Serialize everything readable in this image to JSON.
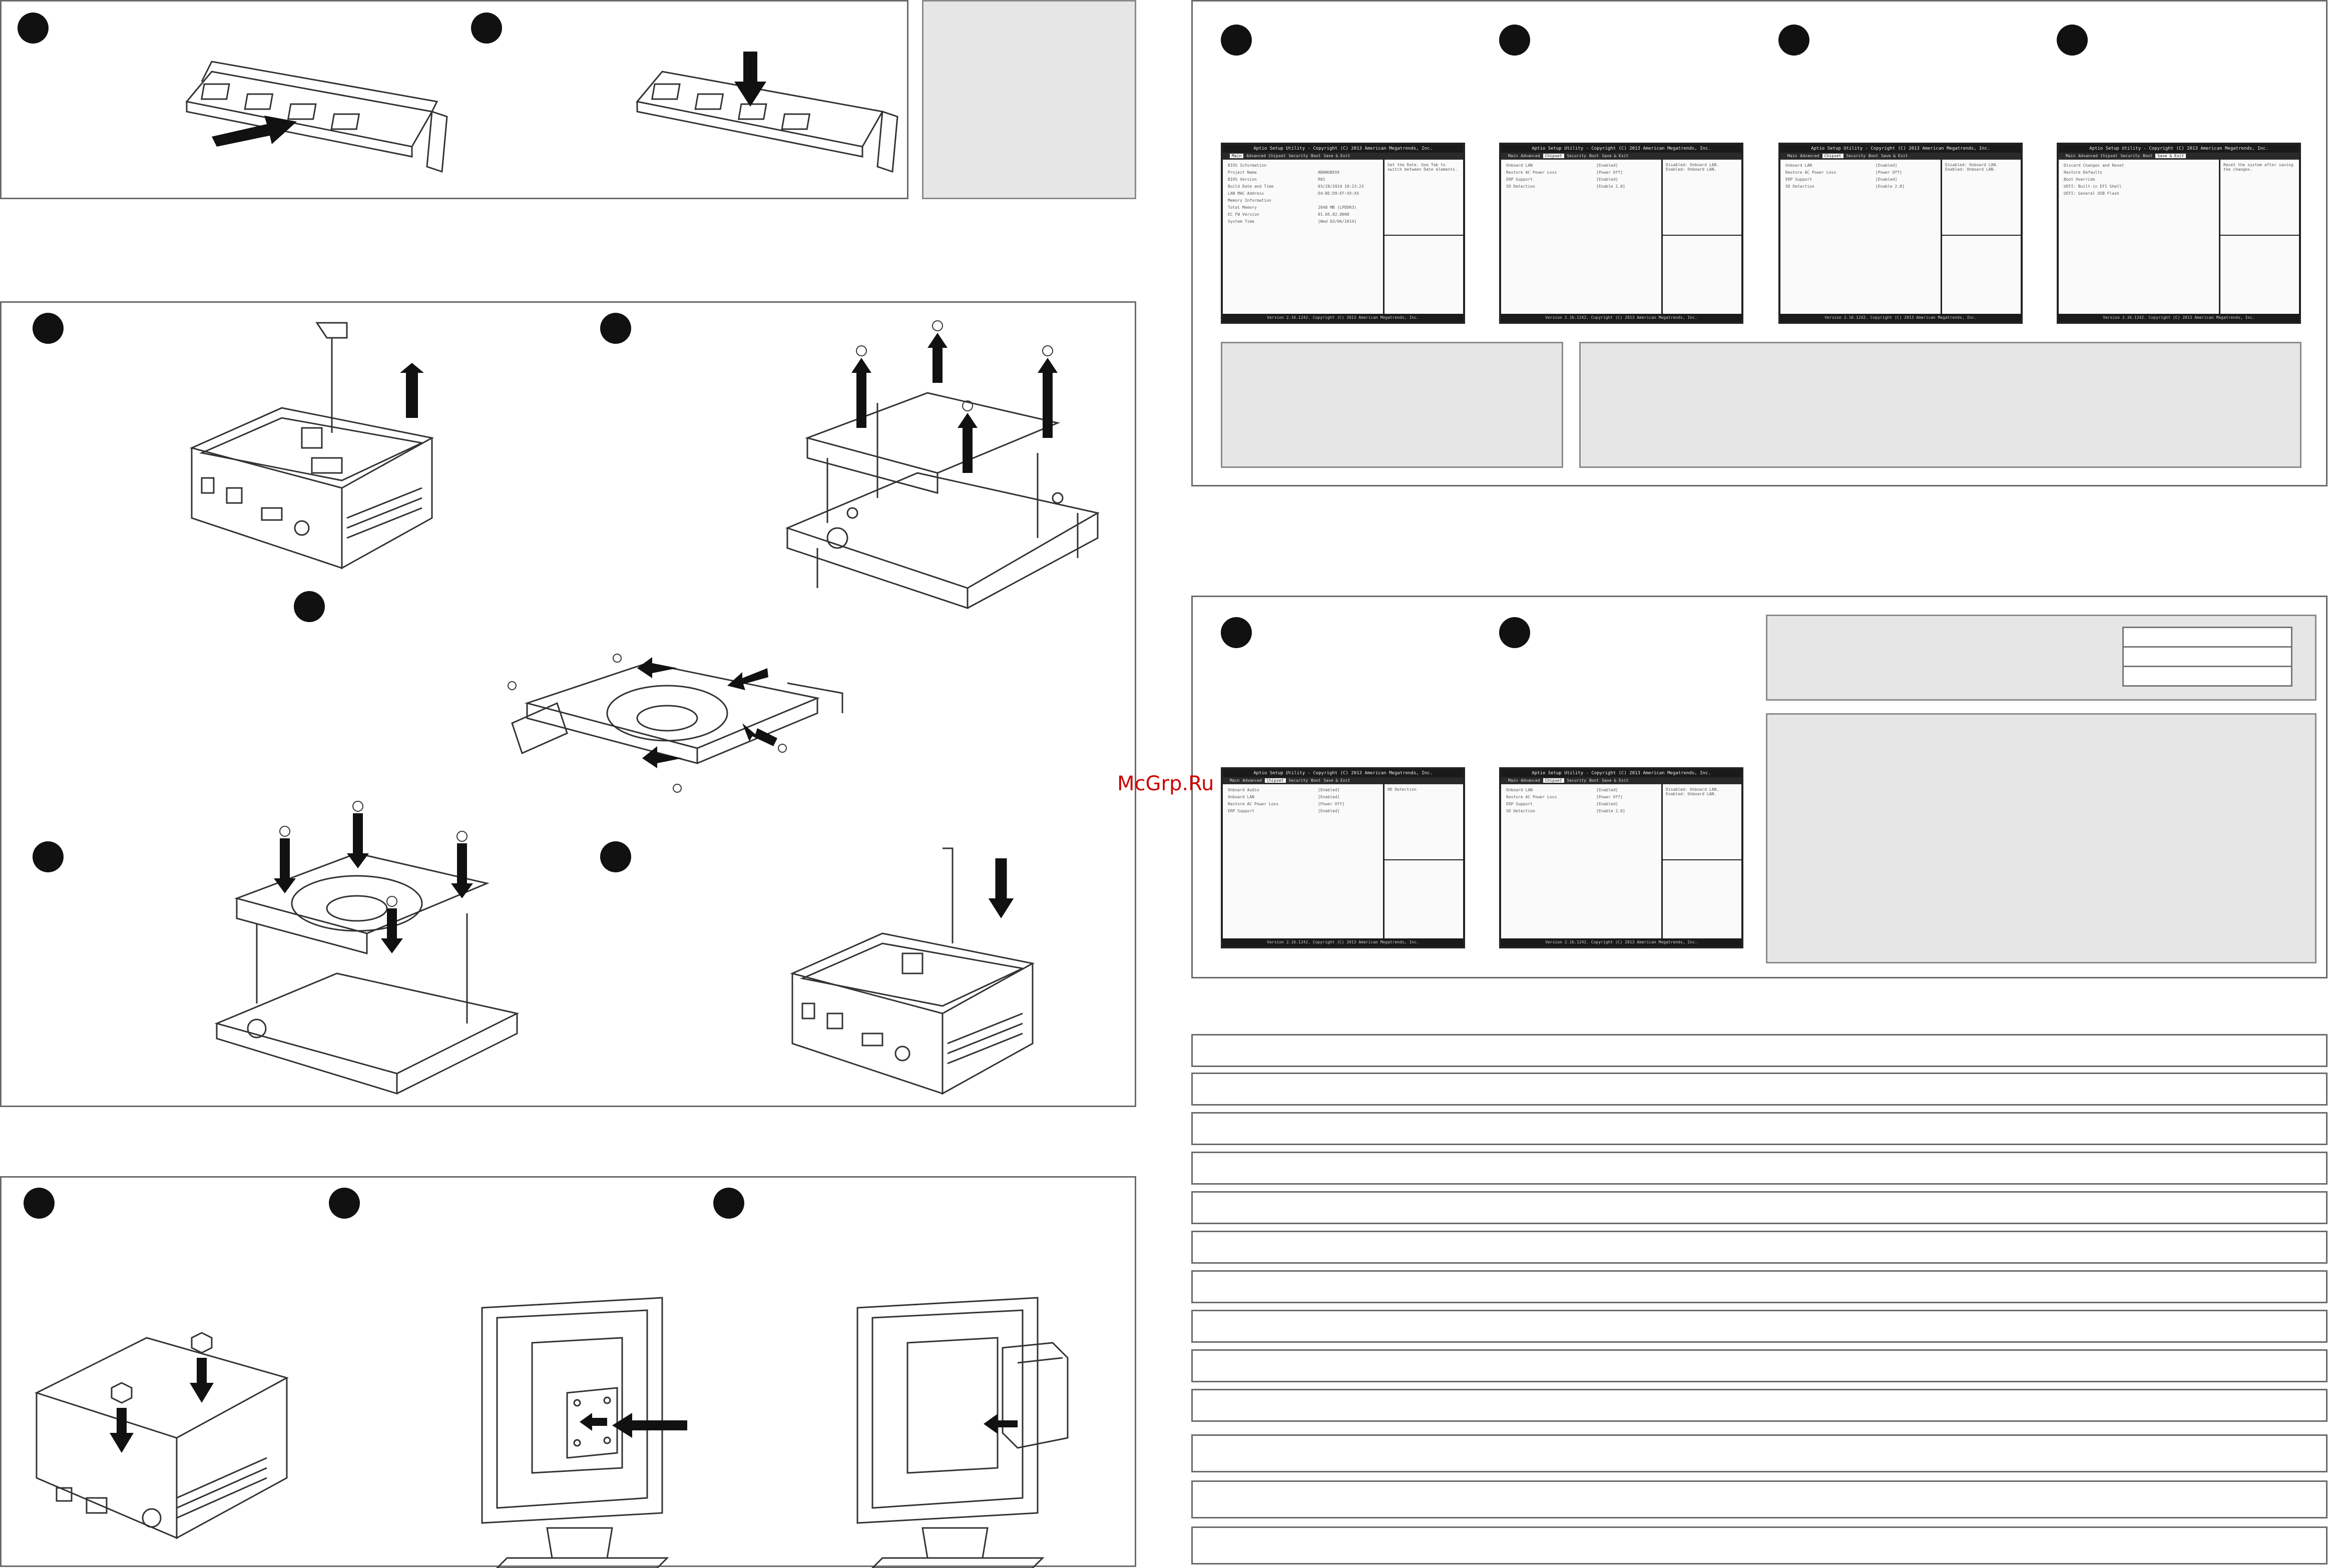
{
  "watermark": "McGrp.Ru",
  "bios_screens": [
    {
      "title": "Aptio Setup Utility - Copyright (C) 2013 American Megatrends, Inc.",
      "tabs": [
        "Main",
        "Advanced",
        "Chipset",
        "Security",
        "Boot",
        "Save & Exit"
      ],
      "selected_tab": 0,
      "rows": [
        [
          "BIOS Information",
          ""
        ],
        [
          "Project Name",
          "AB0WUBXXX"
        ],
        [
          "BIOS Version",
          "R01"
        ],
        [
          "Build Date and Time",
          "03/28/2014 18:23:23"
        ],
        [
          "LAN MAC Address",
          "D4:BE:D9:EF:XX:XX"
        ],
        [
          "Memory Information",
          ""
        ],
        [
          "Total Memory",
          "2048 MB (LPDDR3)"
        ],
        [
          "EC FW Version",
          "01.05.02.0000"
        ],
        [
          "System Time",
          "[Wed 03/06/2014]"
        ]
      ],
      "help": "Set the Date. Use Tab to switch between Date elements.",
      "footer": "Version 2.16.1242. Copyright (C) 2013 American Megatrends, Inc."
    },
    {
      "title": "Aptio Setup Utility - Copyright (C) 2013 American Megatrends, Inc.",
      "tabs": [
        "Main",
        "Advanced",
        "Chipset",
        "Security",
        "Boot",
        "Save & Exit"
      ],
      "selected_tab": 2,
      "rows": [
        [
          "Onboard LAN",
          "[Enabled]"
        ],
        [
          "Restore AC Power Loss",
          "[Power Off]"
        ],
        [
          "ERP Support",
          "[Enabled]"
        ],
        [
          "SD Detection",
          "[Enable 2.0]"
        ]
      ],
      "help": "Disabled: Onboard LAN. Enabled: Onboard LAN.",
      "footer": "Version 2.16.1242. Copyright (C) 2013 American Megatrends, Inc."
    },
    {
      "title": "Aptio Setup Utility - Copyright (C) 2013 American Megatrends, Inc.",
      "tabs": [
        "Main",
        "Advanced",
        "Chipset",
        "Security",
        "Boot",
        "Save & Exit"
      ],
      "selected_tab": 2,
      "rows": [
        [
          "Onboard LAN",
          "[Enabled]"
        ],
        [
          "Restore AC Power Loss",
          "[Power Off]"
        ],
        [
          "ERP Support",
          "[Enabled]"
        ],
        [
          "SD Detection",
          "[Enable 2.0]"
        ]
      ],
      "help": "Disabled: Onboard LAN. Enabled: Onboard LAN.",
      "footer": "Version 2.16.1242. Copyright (C) 2013 American Megatrends, Inc."
    },
    {
      "title": "Aptio Setup Utility - Copyright (C) 2013 American Megatrends, Inc.",
      "tabs": [
        "Main",
        "Advanced",
        "Chipset",
        "Security",
        "Boot",
        "Save & Exit"
      ],
      "selected_tab": 5,
      "rows": [
        [
          "Discard Changes and Reset",
          ""
        ],
        [
          "Restore Defaults",
          ""
        ],
        [
          "Boot Override",
          ""
        ],
        [
          "UEFI: Built-in EFI Shell",
          ""
        ],
        [
          "UEFI: General USB Flash",
          ""
        ]
      ],
      "help": "Reset the system after saving the changes.",
      "footer": "Version 2.16.1242. Copyright (C) 2013 American Megatrends, Inc."
    },
    {
      "title": "Aptio Setup Utility - Copyright (C) 2013 American Megatrends, Inc.",
      "tabs": [
        "Main",
        "Advanced",
        "Chipset",
        "Security",
        "Boot",
        "Save & Exit"
      ],
      "selected_tab": 2,
      "rows": [
        [
          "Onboard Audio",
          "[Enabled]"
        ],
        [
          "Onboard LAN",
          "[Enabled]"
        ],
        [
          "Restore AC Power Loss",
          "[Power Off]"
        ],
        [
          "ERP Support",
          "[Enabled]"
        ]
      ],
      "help": "HD Detection",
      "footer": "Version 2.16.1242. Copyright (C) 2013 American Megatrends, Inc."
    },
    {
      "title": "Aptio Setup Utility - Copyright (C) 2013 American Megatrends, Inc.",
      "tabs": [
        "Main",
        "Advanced",
        "Chipset",
        "Security",
        "Boot",
        "Save & Exit"
      ],
      "selected_tab": 2,
      "rows": [
        [
          "Onboard LAN",
          "[Enabled]"
        ],
        [
          "Restore AC Power Loss",
          "[Power Off]"
        ],
        [
          "ERP Support",
          "[Enabled]"
        ],
        [
          "SD Detection",
          "[Enable 2.0]"
        ]
      ],
      "help": "Disabled: Onboard LAN. Enabled: Onboard LAN.",
      "footer": "Version 2.16.1242. Copyright (C) 2013 American Megatrends, Inc."
    }
  ]
}
